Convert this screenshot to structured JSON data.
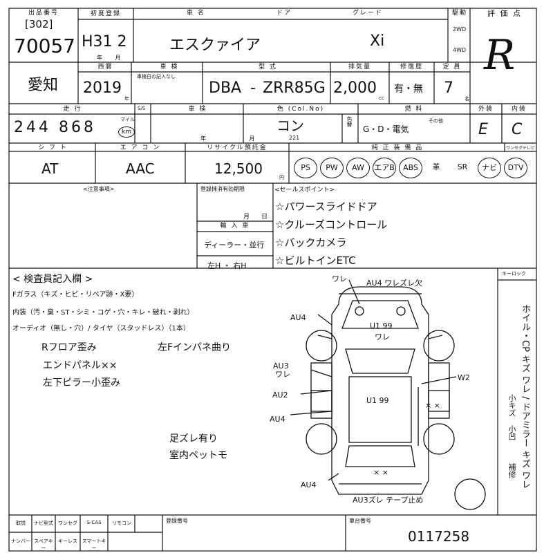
{
  "header": {
    "lot_label": "出品番号",
    "lot_code": "[302]",
    "lot_number": "70057",
    "first_reg_label": "初度登録",
    "first_reg_value": "H31 2",
    "first_reg_unit": "年 月",
    "name_label": "車 名",
    "door_label": "ドア",
    "grade_label": "グレード",
    "car_name": "エスクァイア",
    "grade": "Xi",
    "drive_label": "駆動",
    "drive_2wd": "2WD",
    "drive_4wd": "4WD",
    "score_label": "評 価 点",
    "score": "R"
  },
  "row2": {
    "region": "愛知",
    "year_label": "西暦",
    "year": "2019",
    "year_unit": "年",
    "inspection_label": "車 検",
    "inspection_note": "車検日の記入なし",
    "model_label": "型 式",
    "model_prefix": "DBA",
    "model_dash": "-",
    "model_code": "ZRR85G",
    "displacement_label": "排気量",
    "displacement": "2,000",
    "displacement_unit": "cc",
    "history_label": "修復歴",
    "history_value": "有・無",
    "capacity_label": "定 員",
    "capacity": "7",
    "capacity_unit": "名"
  },
  "row3": {
    "mileage_label": "走 行",
    "mileage": "244 868",
    "mileage_unit_mile": "マイル",
    "mileage_unit_km": "km",
    "s_label": "S/S",
    "vehicle_label": "車 検",
    "date_unit": "年 月",
    "color_label": "色 (Col.No)",
    "color": "コン",
    "color_no": "221",
    "color_change_label": "色替",
    "fuel_label": "燃 料",
    "fuel_options": "G・D・電気",
    "fuel_other": "その他",
    "exterior_label": "外装",
    "exterior": "E",
    "interior_label": "内装",
    "interior": "C"
  },
  "row4": {
    "shift_label": "シ フ ト",
    "shift": "AT",
    "ac_label": "エ ア コ ン",
    "ac": "AAC",
    "recycle_label": "リサイクル預託金",
    "recycle": "12,500",
    "recycle_unit": "円",
    "equip_label": "純 正 装 備 品",
    "equipment": [
      "PS",
      "PW",
      "AW",
      "エアB",
      "ABS",
      "革",
      "SR",
      "ナビ",
      "DTV"
    ],
    "other_label": "ワンセグテレビ"
  },
  "notes": {
    "caution_label": "<注意事項>",
    "registration_label": "登録抹消有効期限",
    "month_label": "月",
    "day_label": "日",
    "import_label": "輸 入 車",
    "dealer": "ディーラー・並行",
    "steering": "左H ・ 右H",
    "sales_label": "<セールスポイント>",
    "sales_points": [
      "☆パワースライドドア",
      "☆クルーズコントロール",
      "☆バックカメラ",
      "☆ビルトインETC"
    ]
  },
  "inspector": {
    "title": "< 検査員記入欄 >",
    "glass": "Fガラス（キズ・ヒビ・リペア跡・X要）",
    "interior": "内装（汚・臭・ST・シミ・コゲ・穴・キレ・破れ・剥れ）",
    "audio": "オーディオ（無し・穴）/ タイヤ（スタッドレス）（1本）",
    "notes": [
      "Rフロア歪み",
      "左Fインパネ曲り",
      "エンドパネル××",
      "左下ピラー小歪み"
    ],
    "notes2": [
      "足ズレ有り",
      "室内ペットモ"
    ],
    "right_label": "キーロック",
    "right_vertical": "ホイル・CP キズ ワレ / ドアミラー キズ ワレ",
    "right_sub1": "小キズ",
    "right_sub2": "小凹",
    "right_sub3": "補修"
  },
  "diagram": {
    "labels": [
      "ワレ",
      "AU4 ワレズレ欠",
      "AU4",
      "U1 99",
      "ワレ",
      "AU3",
      "ワレ",
      "AU2",
      "W2",
      "U1 99",
      "AU4",
      "× ×",
      "× ×",
      "AU4",
      "AU3ズレ テープ止め"
    ]
  },
  "footer": {
    "items_row1": [
      "取説",
      "ナビ型式",
      "ワンセグ",
      "S-CAS",
      "リモコン"
    ],
    "items_row2": [
      "ナンバー",
      "スペアキー",
      "キーレス",
      "スマートキー"
    ],
    "reg_label": "登録番号",
    "frame_label": "車台番号",
    "frame_number": "0117258"
  }
}
